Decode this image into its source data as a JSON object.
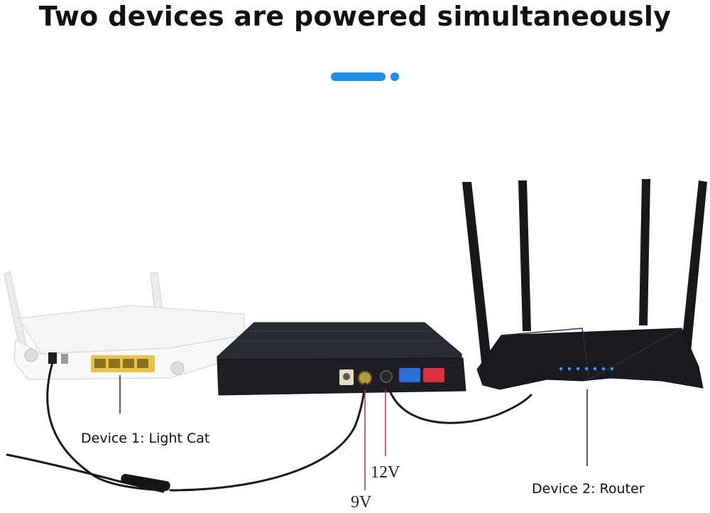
{
  "headline": "Two devices are powered simultaneously",
  "colors": {
    "accent_blue": "#1e90e8",
    "cable_red": "#c0303a",
    "device_white": "#f2f2f2",
    "device_black": "#1d1f24",
    "port_yellow": "#e5c447",
    "port_blue": "#2e6fd8",
    "port_red": "#d8333f"
  },
  "devices": [
    {
      "id": "light-cat",
      "label": "Device 1: Light Cat"
    },
    {
      "id": "power-supply",
      "label": ""
    },
    {
      "id": "router",
      "label": "Device 2: Router"
    }
  ],
  "voltages": {
    "left": "9V",
    "right": "12V"
  },
  "icons": [
    "dash-indicator"
  ]
}
